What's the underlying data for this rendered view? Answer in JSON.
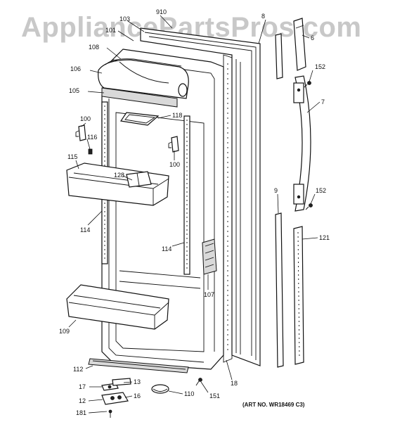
{
  "watermark": "AppliancePartsPros.com",
  "art_number": "(ART NO. WR18469 C3)",
  "callouts": [
    {
      "id": "910",
      "text": "910"
    },
    {
      "id": "103",
      "text": "103"
    },
    {
      "id": "8",
      "text": "8"
    },
    {
      "id": "6",
      "text": "6"
    },
    {
      "id": "101",
      "text": "101"
    },
    {
      "id": "108",
      "text": "108"
    },
    {
      "id": "106",
      "text": "106"
    },
    {
      "id": "105",
      "text": "105"
    },
    {
      "id": "152a",
      "text": "152"
    },
    {
      "id": "7",
      "text": "7"
    },
    {
      "id": "118",
      "text": "118"
    },
    {
      "id": "100a",
      "text": "100"
    },
    {
      "id": "116",
      "text": "116"
    },
    {
      "id": "100b",
      "text": "100"
    },
    {
      "id": "115",
      "text": "115"
    },
    {
      "id": "128",
      "text": "128"
    },
    {
      "id": "9",
      "text": "9"
    },
    {
      "id": "152b",
      "text": "152"
    },
    {
      "id": "114a",
      "text": "114"
    },
    {
      "id": "121",
      "text": "121"
    },
    {
      "id": "114b",
      "text": "114"
    },
    {
      "id": "107",
      "text": "107"
    },
    {
      "id": "109",
      "text": "109"
    },
    {
      "id": "112",
      "text": "112"
    },
    {
      "id": "18",
      "text": "18"
    },
    {
      "id": "17",
      "text": "17"
    },
    {
      "id": "13",
      "text": "13"
    },
    {
      "id": "110",
      "text": "110"
    },
    {
      "id": "151",
      "text": "151"
    },
    {
      "id": "12",
      "text": "12"
    },
    {
      "id": "16",
      "text": "16"
    },
    {
      "id": "181",
      "text": "181"
    }
  ]
}
